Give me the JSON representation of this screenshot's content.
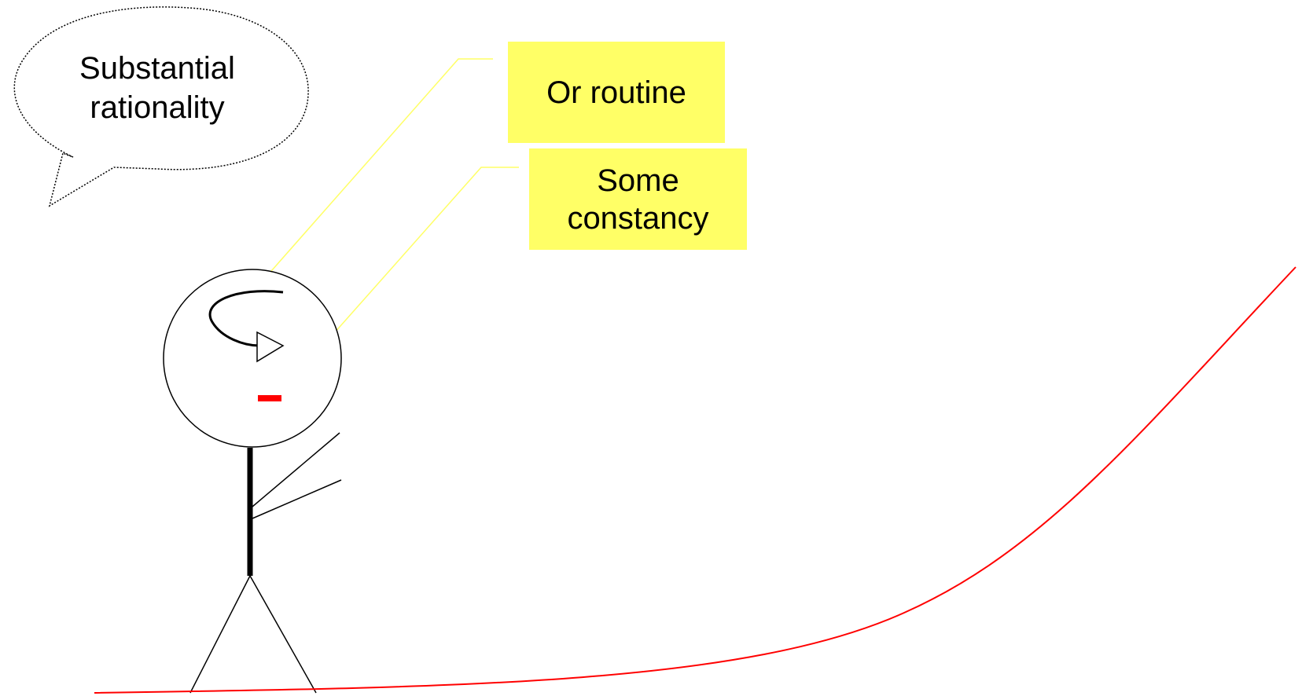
{
  "thought_bubble": {
    "text": "Substantial rationality"
  },
  "callouts": [
    {
      "text": "Or routine"
    },
    {
      "text": "Some constancy"
    }
  ],
  "colors": {
    "callout_fill": "#ffff66",
    "curve": "#ff0000",
    "leader_line": "#ffff66",
    "mouth": "#ff0000",
    "figure": "#000000"
  }
}
